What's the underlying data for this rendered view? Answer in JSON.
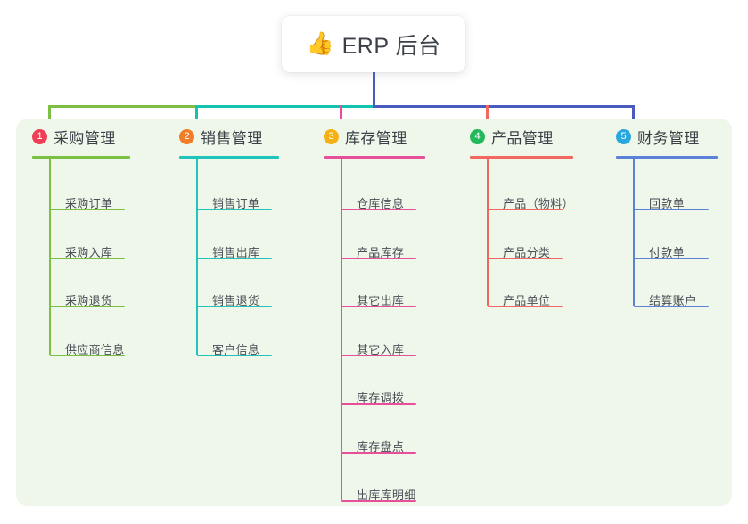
{
  "root": {
    "icon": "thumbs-up-icon",
    "emoji": "👍",
    "title": "ERP 后台"
  },
  "palette": {
    "panel_bg": "#eff7ea",
    "page_bg": "#ffffff",
    "stem": "#4a5bbf",
    "text": "#3b3f47"
  },
  "columns": [
    {
      "index": "1",
      "title": "采购管理",
      "badge_color": "#ef3f56",
      "line_color": "#7bc043",
      "connector_color": "#7bc043",
      "items": [
        {
          "label": "采购订单"
        },
        {
          "label": "采购入库"
        },
        {
          "label": "采购退货"
        },
        {
          "label": "供应商信息"
        }
      ]
    },
    {
      "index": "2",
      "title": "销售管理",
      "badge_color": "#f07d28",
      "line_color": "#1fc5bb",
      "connector_color": "#13c2b0",
      "items": [
        {
          "label": "销售订单"
        },
        {
          "label": "销售出库"
        },
        {
          "label": "销售退货"
        },
        {
          "label": "客户信息"
        }
      ]
    },
    {
      "index": "3",
      "title": "库存管理",
      "badge_color": "#f5b014",
      "line_color": "#e84f9a",
      "connector_color": "#ea4c9b",
      "items": [
        {
          "label": "仓库信息"
        },
        {
          "label": "产品库存"
        },
        {
          "label": "其它出库"
        },
        {
          "label": "其它入库"
        },
        {
          "label": "库存调拨"
        },
        {
          "label": "库存盘点"
        },
        {
          "label": "出库库明细"
        }
      ]
    },
    {
      "index": "4",
      "title": "产品管理",
      "badge_color": "#24b85c",
      "line_color": "#f2675f",
      "connector_color": "#f2675f",
      "items": [
        {
          "label": "产品（物料）"
        },
        {
          "label": "产品分类"
        },
        {
          "label": "产品单位"
        }
      ]
    },
    {
      "index": "5",
      "title": "财务管理",
      "badge_color": "#29a8e0",
      "line_color": "#5b82d8",
      "connector_color": "#4a5bbf",
      "items": [
        {
          "label": "回款单"
        },
        {
          "label": "付款单"
        },
        {
          "label": "结算账户"
        }
      ]
    }
  ]
}
